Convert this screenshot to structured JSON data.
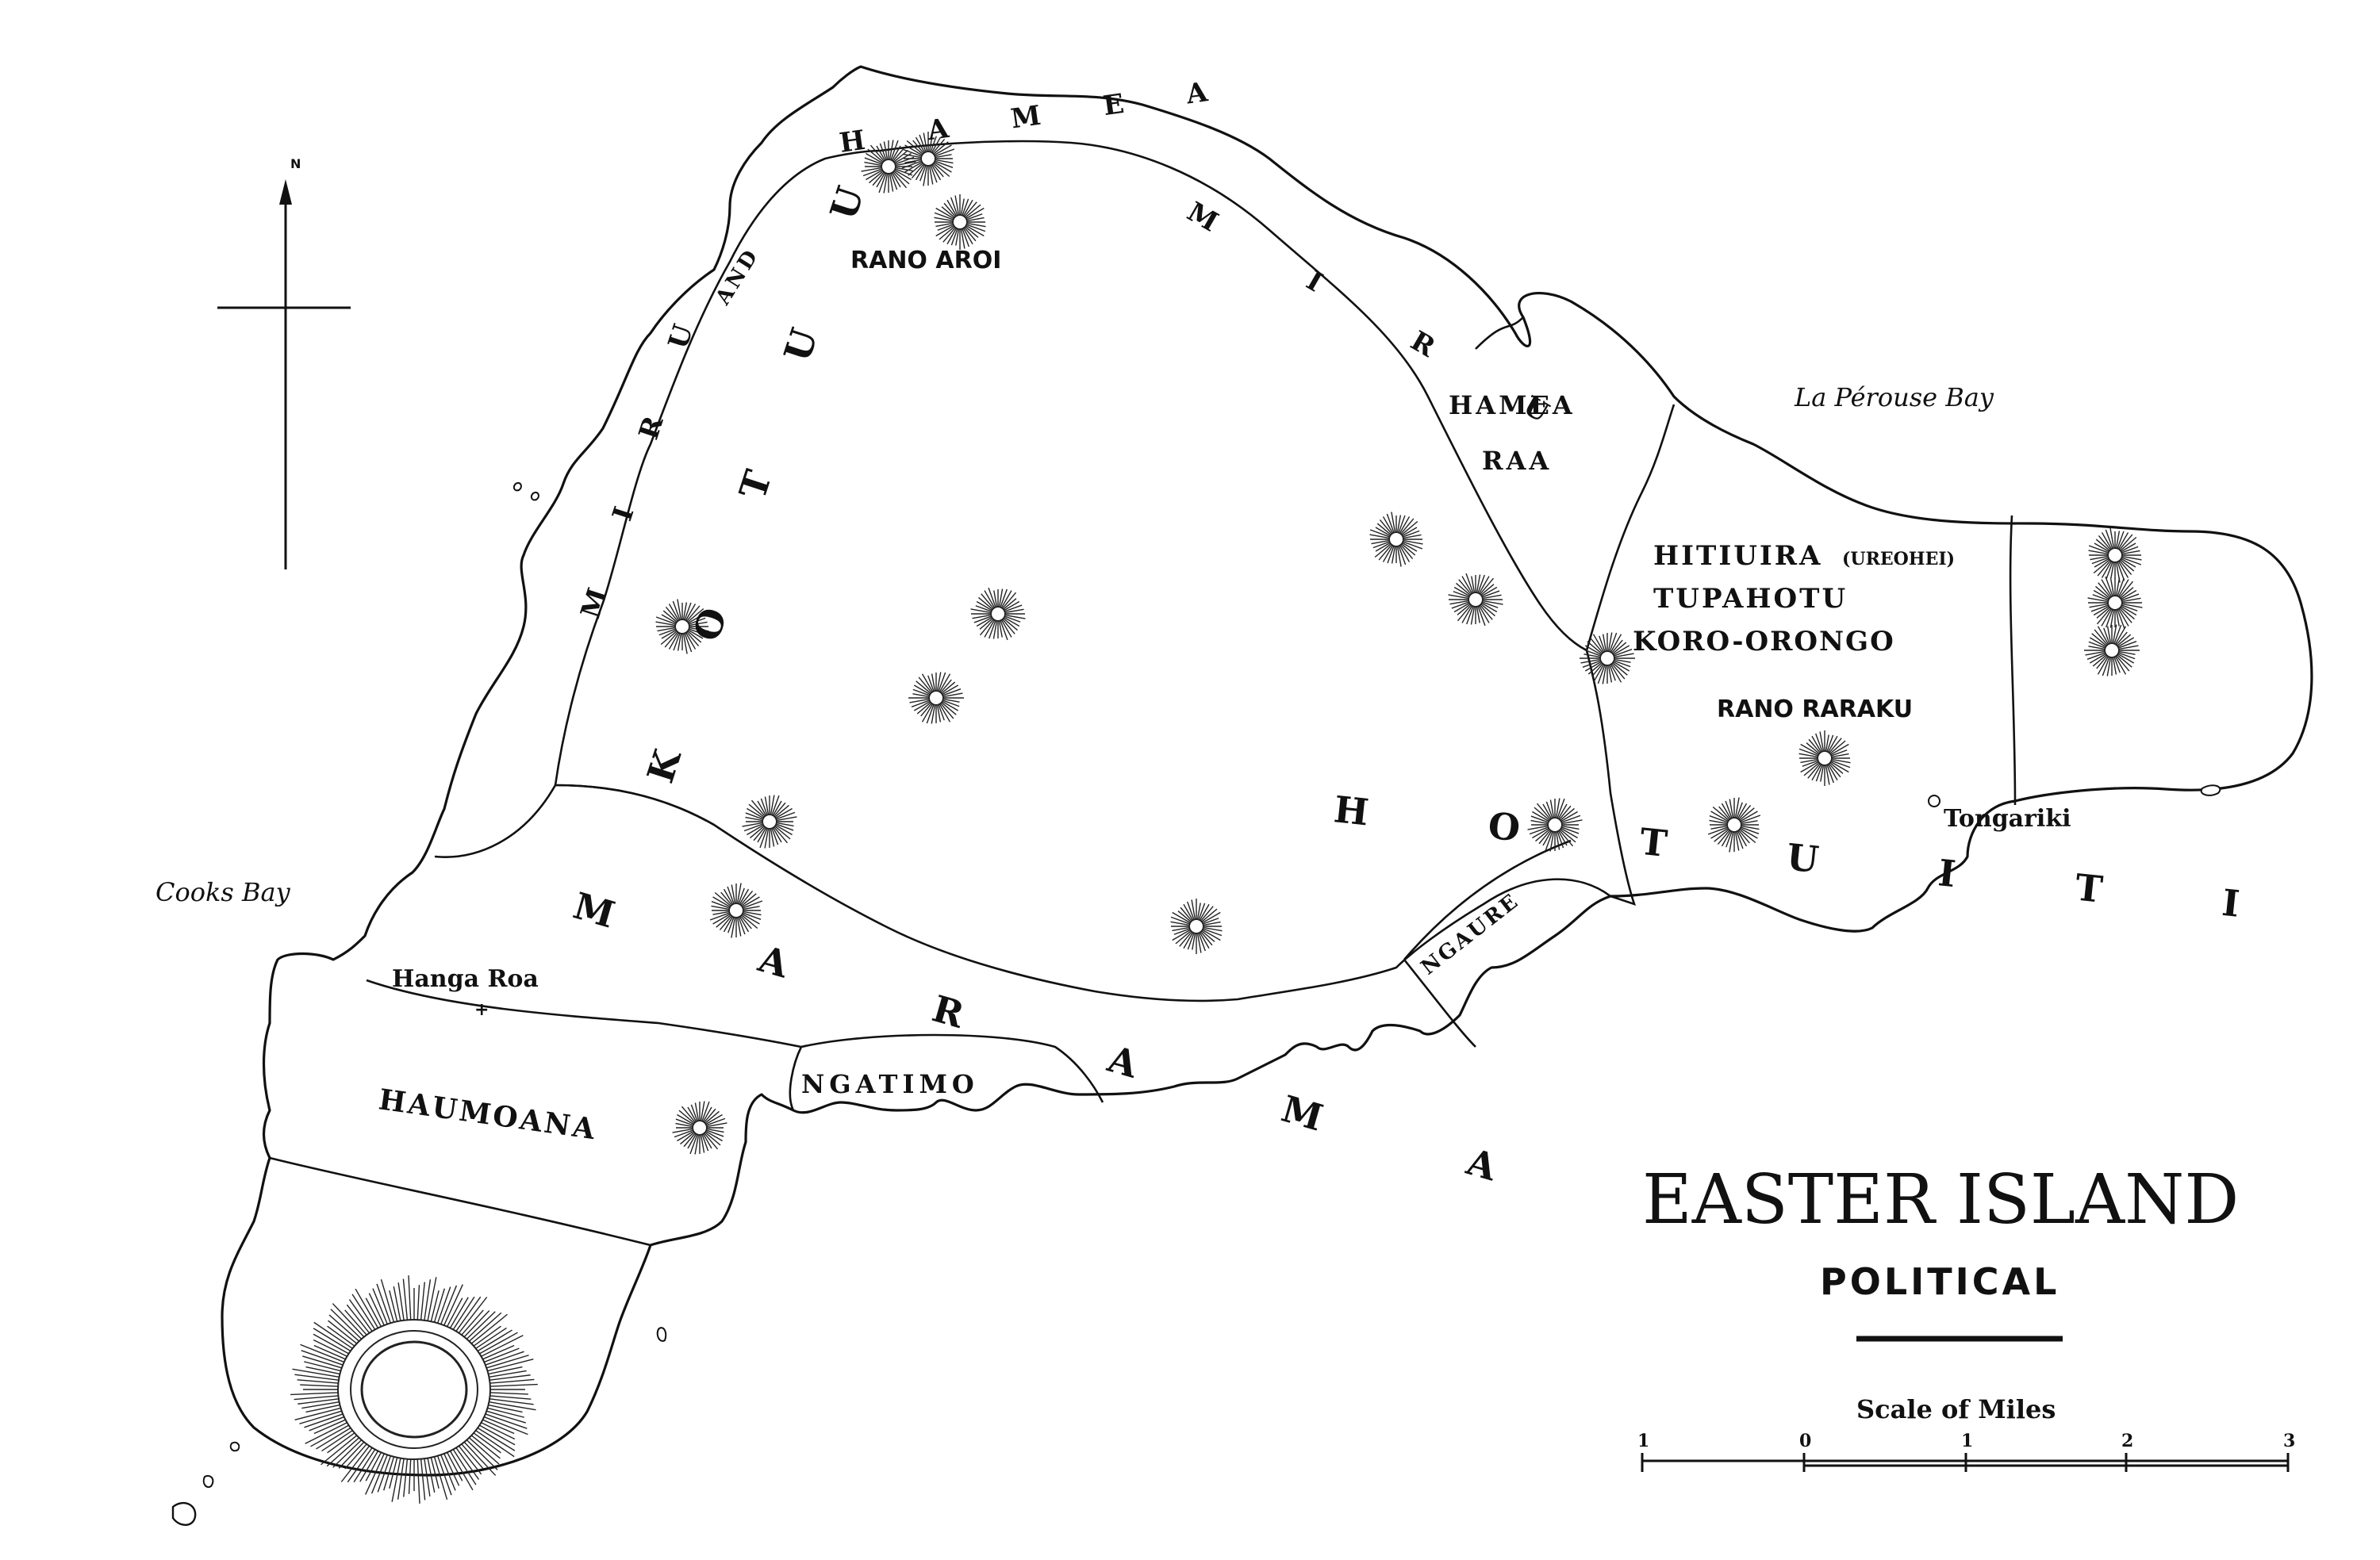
{
  "map": {
    "title": "EASTER ISLAND",
    "subtitle": "POLITICAL",
    "compass_mark": "N",
    "districts": {
      "hamea_north": "H A M E A",
      "miru_north": "M I R U",
      "miru_and": "AND",
      "miru_west": "M I R U",
      "kotuu": "K O T U U",
      "hamea_raa_1": "HAMEA",
      "hamea_raa_2": "RAA",
      "hituira": "HITIUIRA",
      "ureohei": "(UREOHEI)",
      "tupahotu": "TUPAHOTU",
      "korooongo": "KORO-ORONGO",
      "hotuiti": "H O T U I T I",
      "ngaure": "NGAURE",
      "marama": "M A R A M A",
      "ngatimo": "NGATIMO",
      "haumoana": "HAUMOANA"
    },
    "places": {
      "rano_aroi": "RANO AROI",
      "rano_raraku": "RANO RARAKU",
      "hanga_roa": "Hanga Roa",
      "tongariki": "Tongariki",
      "cooks_bay": "Cooks Bay",
      "la_perouse_bay": "La Pérouse Bay"
    },
    "scale": {
      "title": "Scale of Miles",
      "ticks": [
        "1",
        "0",
        "1",
        "2",
        "3"
      ]
    }
  }
}
